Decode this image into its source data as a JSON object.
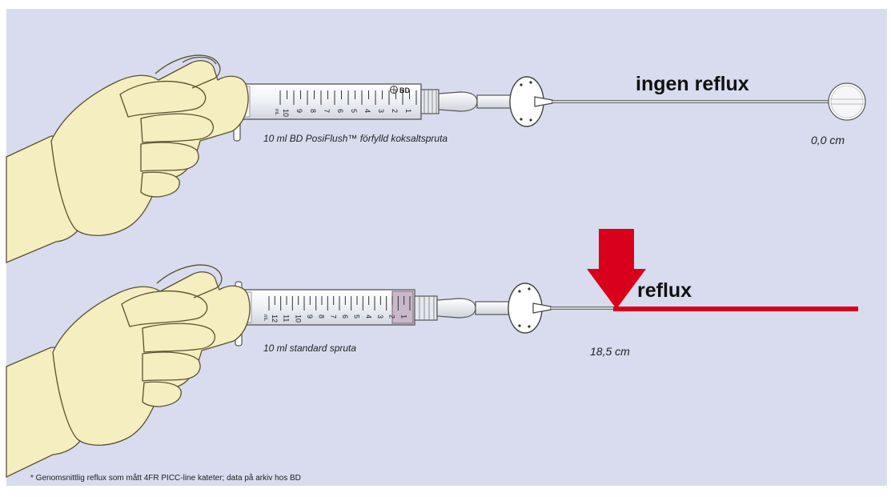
{
  "top": {
    "heading": "ingen reflux",
    "caption": "10 ml BD PosiFlush™ förfylld koksaltspruta",
    "measurement": "0,0 cm",
    "brand": "BD",
    "scale_numbers": [
      "1",
      "2",
      "3",
      "4",
      "5",
      "6",
      "7",
      "8",
      "9",
      "10"
    ],
    "scale_unit": "mL",
    "reflux_cm": 0.0
  },
  "bottom": {
    "heading": "reflux",
    "caption": "10 ml standard spruta",
    "measurement": "18,5 cm",
    "scale_numbers": [
      "1",
      "2",
      "3",
      "4",
      "5",
      "6",
      "7",
      "8",
      "9",
      "10",
      "11",
      "12"
    ],
    "scale_unit": "mL",
    "reflux_cm": 18.5
  },
  "footnote": "* Genomsnittlig reflux som mått 4FR PICC-line kateter; data på arkiv hos BD",
  "colors": {
    "background": "#d8dcee",
    "reflux_red": "#d9001b",
    "glove": "#f4eec0",
    "barrel_bottom": "#c9b8c9"
  }
}
